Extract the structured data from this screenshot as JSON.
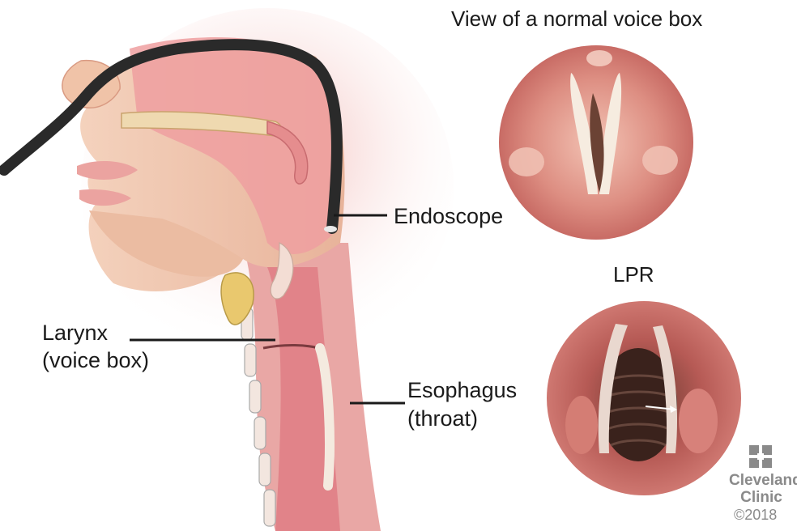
{
  "labels": {
    "normal_title": "View of a normal voice box",
    "lpr_title": "LPR",
    "endoscope": "Endoscope",
    "larynx_line1": "Larynx",
    "larynx_line2": "(voice box)",
    "esophagus_line1": "Esophagus",
    "esophagus_line2": "(throat)"
  },
  "logo": {
    "line1": "Cleveland",
    "line2": "Clinic",
    "copyright": "©2018"
  },
  "colors": {
    "skin": "#f0c3a8",
    "tissue_pink": "#e89a98",
    "tissue_dark": "#cc6e74",
    "endoscope": "#2a2a2a",
    "bone": "#efd9b0",
    "scope_view_normal": "#d98a80",
    "scope_view_lpr": "#c0605a",
    "logo_gray": "#8a8a8a"
  },
  "icons": {
    "logo": "cleveland-clinic-cross-icon",
    "arrow": "white-arrow-icon"
  }
}
